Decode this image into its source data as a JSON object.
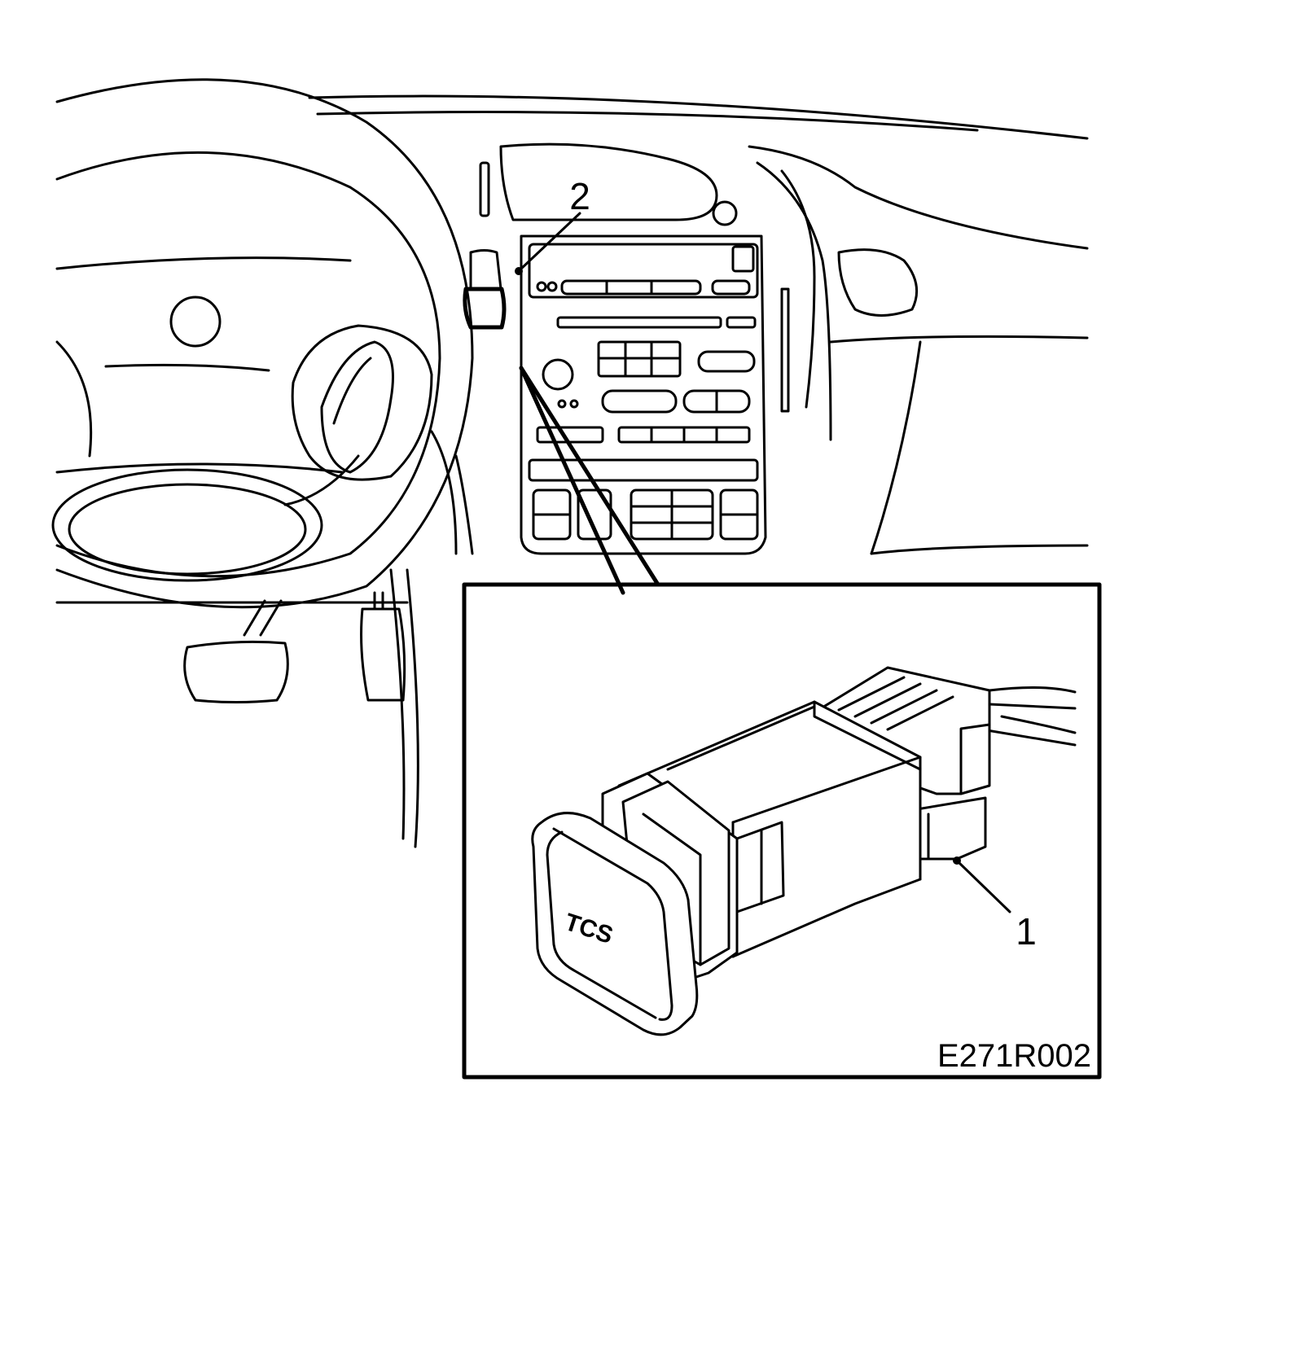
{
  "callouts": {
    "label_1": "1",
    "label_2": "2"
  },
  "switch_button_text": "TCS",
  "figure_code": "E271R002",
  "colors": {
    "line": "#000000",
    "background": "#ffffff"
  }
}
